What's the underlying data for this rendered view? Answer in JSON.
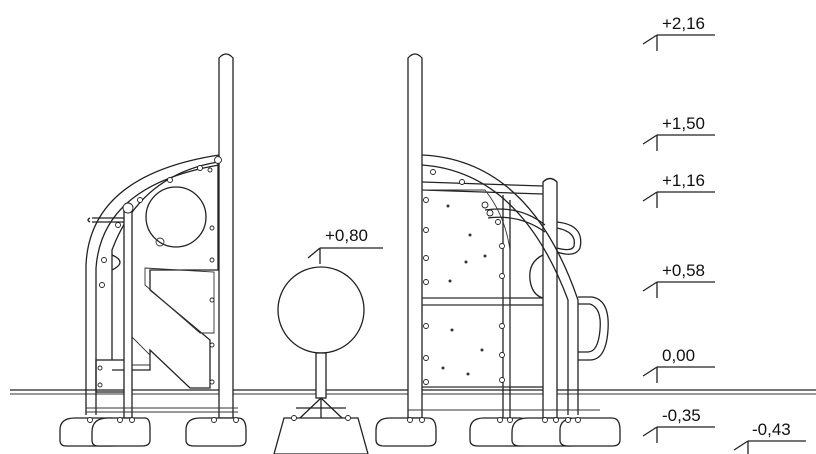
{
  "levels": [
    {
      "label": "+2,16"
    },
    {
      "label": "+1,50"
    },
    {
      "label": "+1,16"
    },
    {
      "label": "+0,58"
    },
    {
      "label": "0,00"
    },
    {
      "label": "-0,35"
    },
    {
      "label": "-0,43"
    }
  ],
  "sphere_level": {
    "label": "+0,80"
  }
}
